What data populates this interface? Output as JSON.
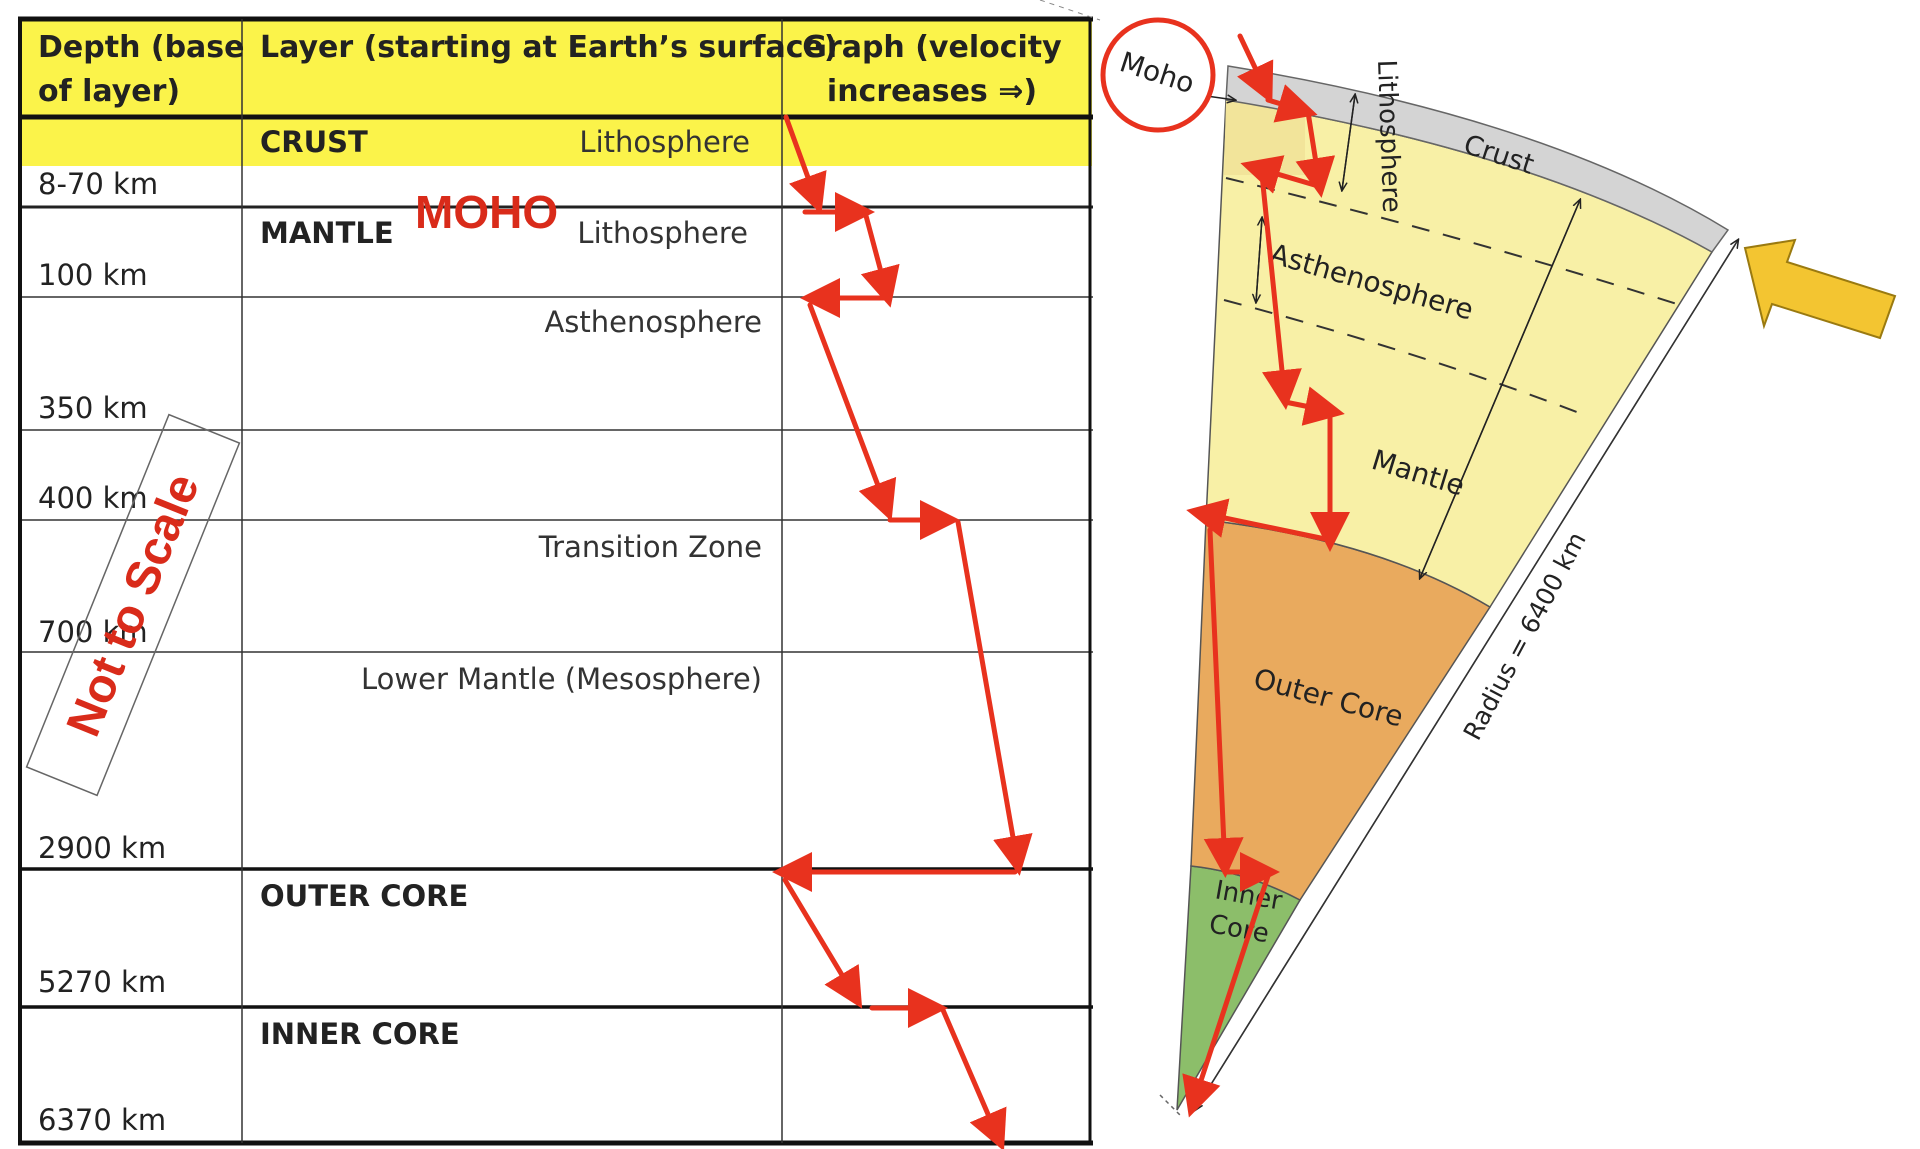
{
  "table": {
    "headers": {
      "depth_line1": "Depth (base",
      "depth_line2": "of layer)",
      "layer": "Layer (starting at Earth’s surface)",
      "graph_line1": "Graph (velocity",
      "graph_line2": "increases ⇒)"
    },
    "rows": [
      {
        "depth": "8-70 km",
        "layer": "CRUST",
        "sub": "Lithosphere"
      },
      {
        "depth": "100 km",
        "layer": "MANTLE",
        "sub": "Lithosphere"
      },
      {
        "depth": "350 km",
        "layer": "",
        "sub": "Asthenosphere"
      },
      {
        "depth": "400 km",
        "layer": "",
        "sub": ""
      },
      {
        "depth": "700 km",
        "layer": "",
        "sub": "Transition Zone"
      },
      {
        "depth": "2900 km",
        "layer": "",
        "sub": "Lower Mantle (Mesosphere)"
      },
      {
        "depth": "5270 km",
        "layer": "OUTER CORE",
        "sub": ""
      },
      {
        "depth": "6370 km",
        "layer": "INNER CORE",
        "sub": ""
      }
    ]
  },
  "annotations": {
    "moho_red": "MOHO",
    "not_to_scale": "Not to Scale"
  },
  "diagram": {
    "moho": "Moho",
    "crust": "Crust",
    "lithosphere": "Lithosphere",
    "asthenosphere": "Asthenosphere",
    "mantle": "Mantle",
    "outer_core": "Outer Core",
    "inner_core_line1": "Inner",
    "inner_core_line2": "Core",
    "radius": "Radius = 6400 km"
  },
  "colors": {
    "highlight_yellow": "#fbf34a",
    "annotation_red": "#e8321e",
    "crust_gray": "#d2d2d2",
    "mantle_yellow": "#f8f0a6",
    "lithosphere_yellow": "#f5e79e",
    "outer_core_orange": "#e9aa5e",
    "inner_core_green": "#8cbe6a",
    "arrow_gold": "#f3c531"
  }
}
